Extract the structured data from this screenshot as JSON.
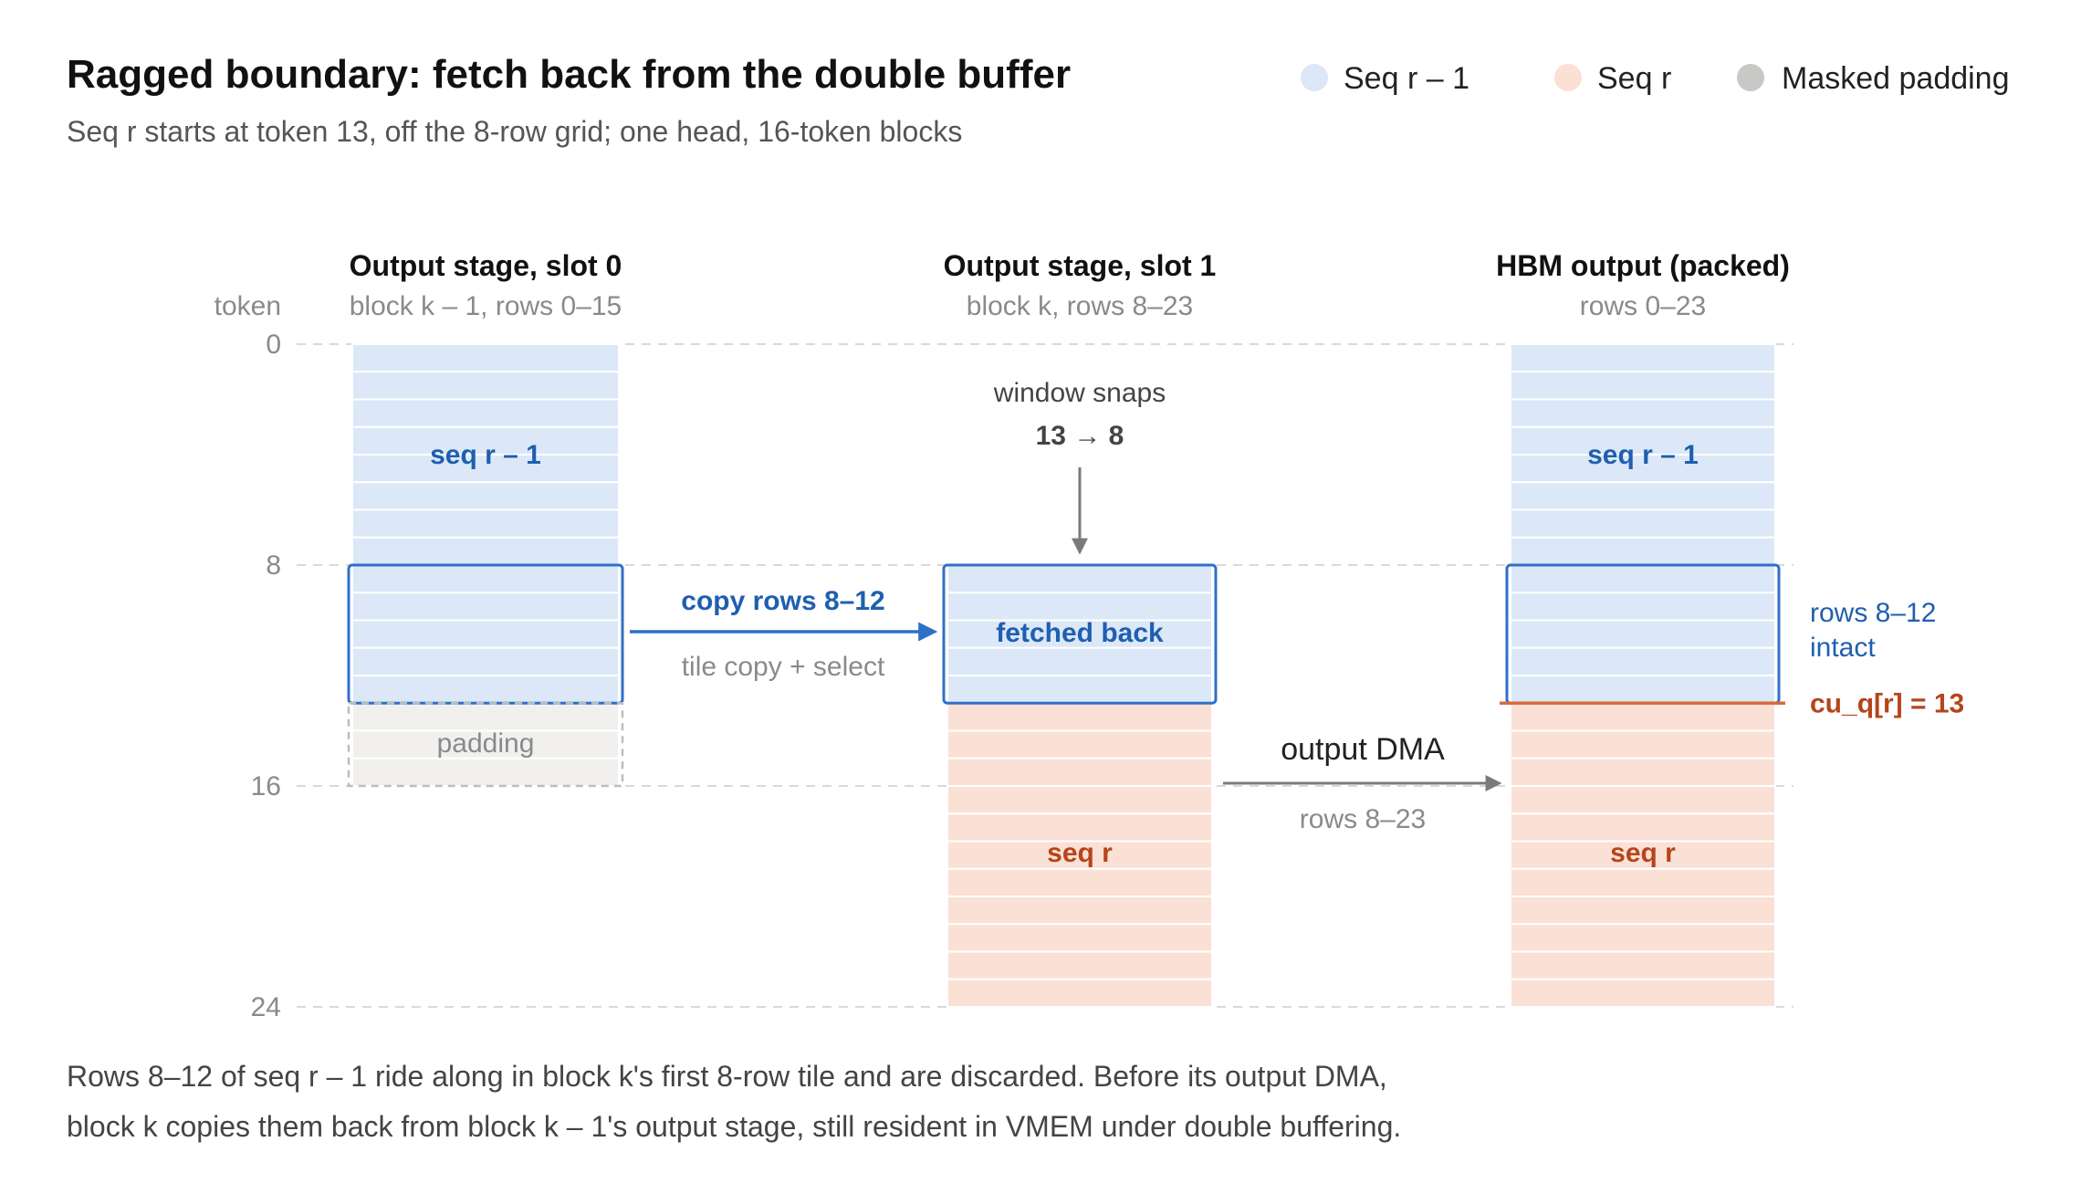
{
  "title": "Ragged boundary: fetch back from the double buffer",
  "subtitle": "Seq r starts at token 13, off the 8-row grid; one head, 16-token blocks",
  "legend": [
    {
      "label": "Seq r – 1",
      "color": "#dce8f7"
    },
    {
      "label": "Seq r",
      "color": "#fbe0d6"
    },
    {
      "label": "Masked padding",
      "color": "#c8c8c6"
    }
  ],
  "axis": {
    "label": "token",
    "ticks": [
      "0",
      "8",
      "16",
      "24"
    ],
    "tick_values": [
      0,
      8,
      16,
      24
    ],
    "max": 24
  },
  "colors": {
    "seq_prev_fill": "#dce8f7",
    "seq_r_fill": "#fbe0d6",
    "padding_fill": "#f1f0ee",
    "accent_blue": "#2f6fc9",
    "accent_red": "#d96a3b",
    "arrow_gray": "#7a7a7a"
  },
  "columns": [
    {
      "title": "Output stage, slot 0",
      "subtitle": "block k – 1, rows 0–15",
      "label_top": "seq r – 1",
      "label_mid": "",
      "padding_label": "padding"
    },
    {
      "title": "Output stage, slot 1",
      "subtitle": "block k, rows 8–23",
      "label_mid": "fetched back",
      "label_bottom": "seq r"
    },
    {
      "title": "HBM output (packed)",
      "subtitle": "rows 0–23",
      "label_top": "seq r – 1",
      "label_bottom": "seq r"
    }
  ],
  "annotations": {
    "window_line1": "window snaps",
    "window_line2": "13 → 8",
    "copy_label": "copy rows 8–12",
    "copy_sub": "tile copy + select",
    "dma_label": "output DMA",
    "dma_sub": "rows 8–23",
    "intact_line1": "rows 8–12",
    "intact_line2": "intact",
    "cu_label": "cu_q[r] = 13",
    "boundary_token": 13
  },
  "footer": [
    "Rows 8–12 of seq r – 1 ride along in block k's first 8-row tile and are discarded. Before its output DMA,",
    "block k copies them back from block k – 1's output stage, still resident in VMEM under double buffering."
  ]
}
